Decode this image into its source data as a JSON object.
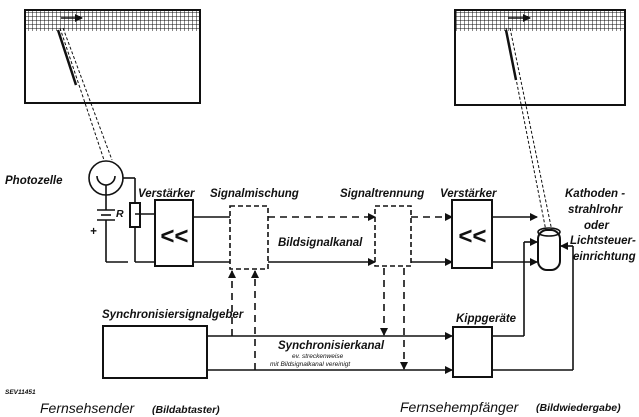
{
  "labels": {
    "photocell": "Photozelle",
    "amp_tx": "Verstärker",
    "signal_mix": "Signalmischung",
    "signal_sep": "Signaltrennung",
    "amp_rx": "Verstärker",
    "crt_line1": "Kathoden -",
    "crt_line2": "strahlrohr",
    "crt_line3": "oder",
    "crt_line4": "Lichtsteuer-",
    "crt_line5": "einrichtung",
    "image_channel": "Bildsignalkanal",
    "sync_gen": "Synchronisiersignalgeber",
    "sweep": "Kippgeräte",
    "sync_channel": "Synchronisierkanal",
    "sync_note1": "ev. streckenweise",
    "sync_note2": "mit Bildsignalkanal vereinigt",
    "resistor": "R",
    "plus": "+",
    "amp_symbol": "<<",
    "ref": "SEV11451",
    "sender": "Fernsehsender",
    "sender_sub": "(Bildabtaster)",
    "receiver": "Fernsehempfänger",
    "receiver_sub": "(Bildwiedergabe)"
  }
}
